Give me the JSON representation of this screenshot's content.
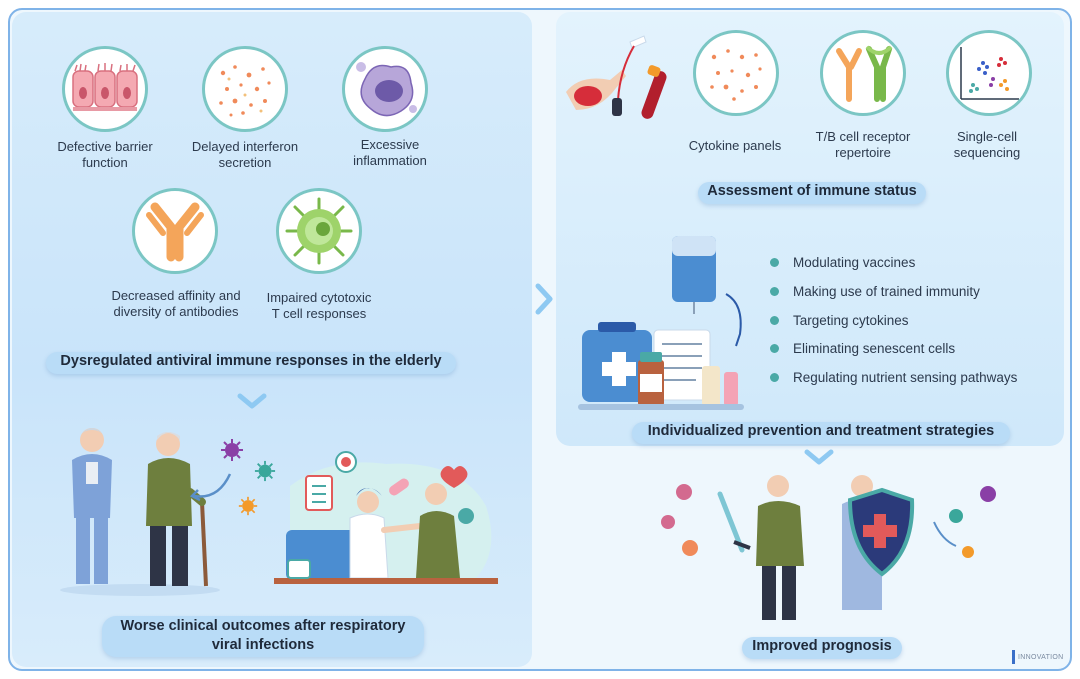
{
  "left_panel": {
    "factors": [
      {
        "label_lines": [
          "Defective barrier",
          "function"
        ],
        "icon": "epithelial-cells-icon"
      },
      {
        "label_lines": [
          "Delayed interferon",
          "secretion"
        ],
        "icon": "interferon-dots-icon"
      },
      {
        "label_lines": [
          "Excessive",
          "inflammation"
        ],
        "icon": "inflamed-cell-icon"
      },
      {
        "label_lines": [
          "Decreased affinity and",
          "diversity of antibodies"
        ],
        "icon": "antibody-icon"
      },
      {
        "label_lines": [
          "Impaired cytotoxic",
          "T cell responses"
        ],
        "icon": "t-cell-icon"
      }
    ],
    "summary_title": "Dysregulated antiviral immune responses in the elderly",
    "outcome_lines": [
      "Worse clinical outcomes after respiratory",
      "viral infections"
    ]
  },
  "right_panel": {
    "assessments": [
      {
        "label_lines": [
          "Cytokine panels"
        ],
        "icon": "cytokine-dots-icon"
      },
      {
        "label_lines": [
          "T/B cell receptor",
          "repertoire"
        ],
        "icon": "receptor-icon"
      },
      {
        "label_lines": [
          "Single-cell",
          "sequencing"
        ],
        "icon": "tsne-plot-icon"
      }
    ],
    "assessment_title": "Assessment of immune status",
    "strategies": [
      "Modulating vaccines",
      "Making use of trained immunity",
      "Targeting cytokines",
      "Eliminating senescent cells",
      "Regulating nutrient sensing pathways"
    ],
    "strategy_title": "Individualized prevention and treatment strategies",
    "result_title": "Improved prognosis"
  },
  "watermark": "INNOVATION",
  "colors": {
    "teal": "#4aa9a6",
    "pill": "#b9dcf7",
    "accent_blue": "#7fb3e8"
  }
}
